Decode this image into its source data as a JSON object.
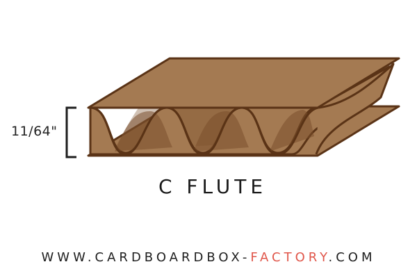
{
  "diagram": {
    "dimension_label": "11/64\"",
    "title": "C FLUTE"
  },
  "footer": {
    "url_prefix": "WWW.CARDBOARDBOX-",
    "url_highlight": "FACTORY",
    "url_suffix": ".COM"
  },
  "colors": {
    "liner_top": "#a47a52",
    "liner_bottom": "#a47a52",
    "flute_fill": "#a47a52",
    "flute_shadow": "#7a4f2c",
    "outline": "#5a3316",
    "text": "#1e1e1e",
    "url_accent": "#e0564a"
  }
}
